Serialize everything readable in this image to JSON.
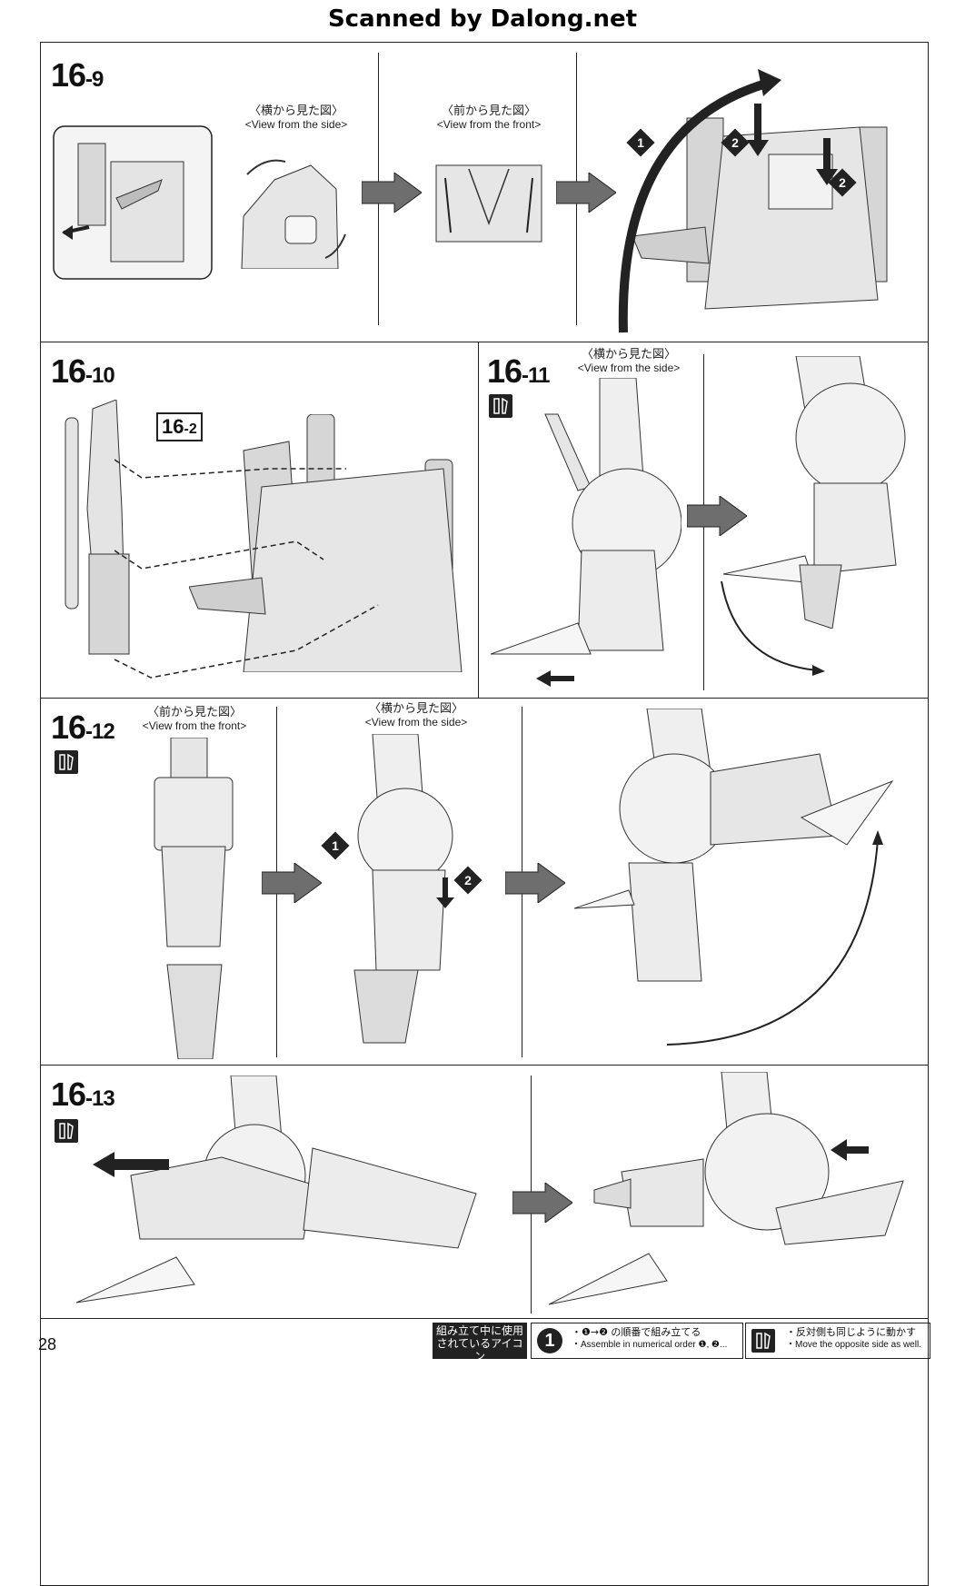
{
  "watermark": "Scanned by Dalong.net",
  "page_number": "28",
  "steps": {
    "s9": {
      "major": "16",
      "minor": "-9"
    },
    "s10": {
      "major": "16",
      "minor": "-10"
    },
    "s11": {
      "major": "16",
      "minor": "-11"
    },
    "s12": {
      "major": "16",
      "minor": "-12"
    },
    "s13": {
      "major": "16",
      "minor": "-13"
    }
  },
  "captions": {
    "side_jp": "〈横から見た図〉",
    "side_en": "<View from the side>",
    "front_jp": "〈前から見た図〉",
    "front_en": "<View from the front>"
  },
  "reference": {
    "major": "16",
    "minor": "-2"
  },
  "order_marks": [
    "1",
    "2"
  ],
  "legend": {
    "title_jp_1": "組み立て中に使用",
    "title_jp_2": "されているアイコン",
    "title_en": "Symbols used in instructions",
    "order_badge": "1",
    "order_jp": "・❶→❷ の順番で組み立てる",
    "order_en": "・Assemble in numerical order ❶, ❷...",
    "mirror_jp": "・反対側も同じように動かす",
    "mirror_en": "・Move the opposite side as well."
  },
  "colors": {
    "ink": "#222222",
    "arrow_fill": "#6e6e6e",
    "part_fill": "#e4e4e4",
    "part_dark": "#bdbdbd"
  },
  "icons": [
    "mirror-icon",
    "process-arrow-icon",
    "motion-arrow-icon",
    "dashed-connector-icon"
  ]
}
